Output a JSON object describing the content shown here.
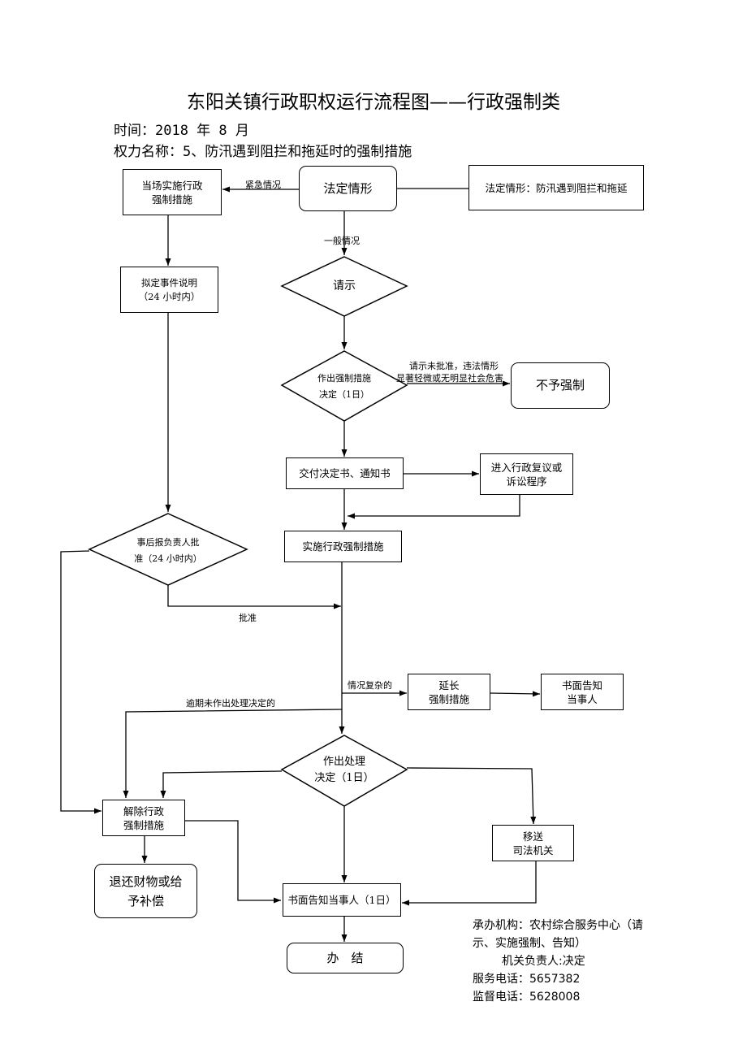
{
  "header": {
    "title": "东阳关镇行政职权运行流程图——行政强制类",
    "time": "时间：2018 年 8 月",
    "power_name": "权力名称：5、防汛遇到阻拦和拖延时的强制措施"
  },
  "nodes": {
    "legal": "法定情形",
    "legal_note": "法定情形：防汛遇到阻拦和拖延",
    "onsite_1": "当场实施行政",
    "onsite_2": "强制措施",
    "draft_1": "拟定事件说明",
    "draft_2": "（24 小时内）",
    "request": "请示",
    "decide_1": "作出强制措施",
    "decide_2": "决定（1日）",
    "no_force": "不予强制",
    "deliver": "交付决定书、通知书",
    "review_1": "进入行政复议或",
    "review_2": "诉讼程序",
    "report_1": "事后报负责人批",
    "report_2": "准（24 小时内）",
    "implement": "实施行政强制措施",
    "extend_1": "延长",
    "extend_2": "强制措施",
    "notify_w_1": "书面告知",
    "notify_w_2": "当事人",
    "handle_1": "作出处理",
    "handle_2": "决定（1日）",
    "release_1": "解除行政",
    "release_2": "强制措施",
    "transfer_1": "移送",
    "transfer_2": "司法机关",
    "refund_1": "退还财物或给",
    "refund_2": "予补偿",
    "notify_final": "书面告知当事人（1日）",
    "done": "办　结"
  },
  "edge_labels": {
    "urgent": "紧急情况",
    "general": "一般情况",
    "not_approved_1": "请示未批准，违法情形",
    "not_approved_2": "显著轻微或无明显社会危害",
    "approved": "批准",
    "complex": "情况复杂的",
    "overdue": "逾期未作出处理决定的"
  },
  "footer": {
    "agency_1": "承办机构：农村综合服务中心（请",
    "agency_2": "示、实施强制、告知）",
    "head": "机关负责人:决定",
    "service_phone": "服务电话：5657382",
    "supervise_phone": "监督电话：5628008"
  }
}
